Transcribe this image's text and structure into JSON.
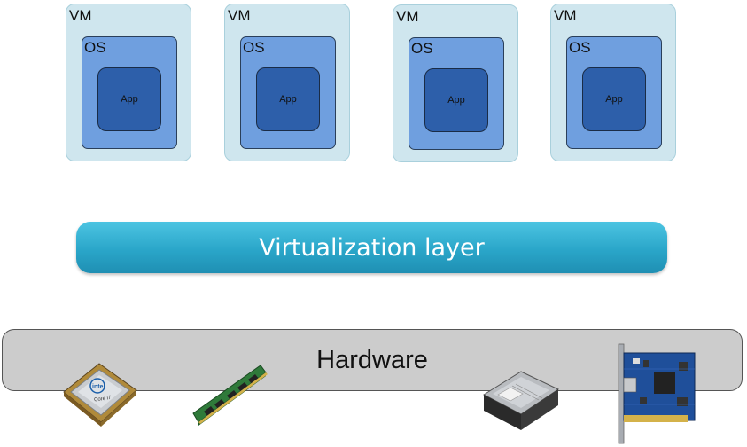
{
  "vms": [
    {
      "vm_label": "VM",
      "os_label": "OS",
      "app_label": "App"
    },
    {
      "vm_label": "VM",
      "os_label": "OS",
      "app_label": "App"
    },
    {
      "vm_label": "VM",
      "os_label": "OS",
      "app_label": "App"
    },
    {
      "vm_label": "VM",
      "os_label": "OS",
      "app_label": "App"
    }
  ],
  "virtualization_layer": {
    "label": "Virtualization layer"
  },
  "hardware": {
    "label": "Hardware",
    "cpu_brand": "intel",
    "cpu_model": "Core i7",
    "icons": [
      "cpu-icon",
      "ram-module-icon",
      "hard-drive-icon",
      "network-card-icon"
    ]
  }
}
